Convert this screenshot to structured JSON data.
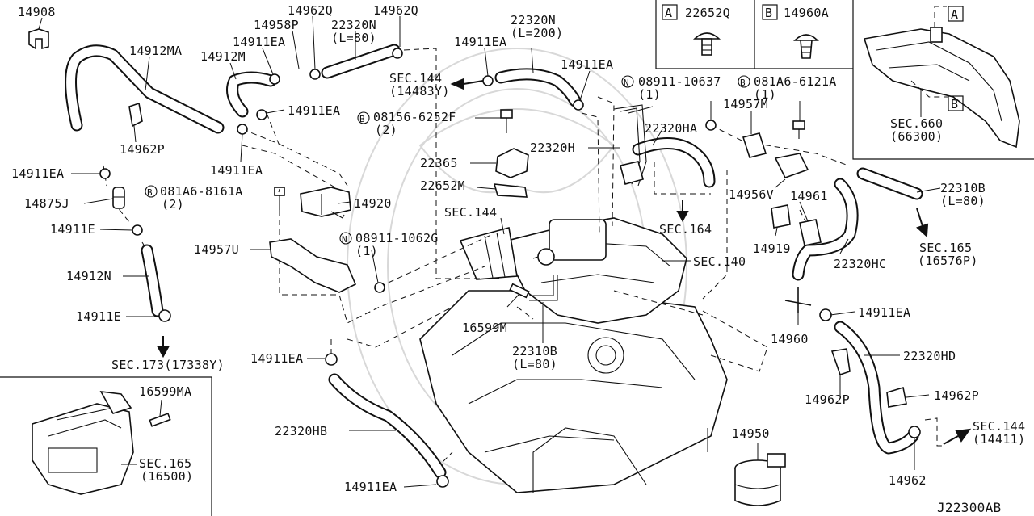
{
  "diagram_id": "J22300AB",
  "legend": [
    {
      "key": "A",
      "part": "22652Q"
    },
    {
      "key": "B",
      "part": "14960A"
    }
  ],
  "inset_bottom_left": {
    "part": "16599MA",
    "sec": "SEC.165",
    "sec_sub": "(16500)"
  },
  "inset_top_right": {
    "sec": "SEC.660",
    "sec_sub": "(66300)",
    "key_a": "A",
    "key_b": "B"
  },
  "labels": {
    "p14908": "14908",
    "p14912MA": "14912MA",
    "p14962P_1": "14962P",
    "p14911EA_1": "14911EA",
    "p14875J": "14875J",
    "p14911E_1": "14911E",
    "p14912N": "14912N",
    "p14911E_2": "14911E",
    "sec173": "SEC.173(17338Y)",
    "p14912M": "14912M",
    "p14911EA_2": "14911EA",
    "p14958P": "14958P",
    "p14962Q_1": "14962Q",
    "p22320N_1": "22320N",
    "p22320N_1_len": "(L=80)",
    "p14962Q_2": "14962Q",
    "p14911EA_3": "14911EA",
    "p14911EA_4": "14911EA",
    "p081A6_8161A": "081A6-8161A",
    "p081A6_8161A_qty": "(2)",
    "p14920": "14920",
    "p14957U": "14957U",
    "p08911_1062G": "08911-1062G",
    "p08911_1062G_qty": "(1)",
    "p22320N_2": "22320N",
    "p22320N_2_len": "(L=200)",
    "p14911EA_5": "14911EA",
    "p14911EA_6": "14911EA",
    "sec144_a": "SEC.144",
    "sec144_a_sub": "(14483Y)",
    "p08156_6252F": "08156-6252F",
    "p08156_6252F_qty": "(2)",
    "p22365": "22365",
    "p22652M": "22652M",
    "sec144_b": "SEC.144",
    "p22320H": "22320H",
    "p22320HA": "22320HA",
    "p08911_10637": "08911-10637",
    "p08911_10637_qty": "(1)",
    "p081A6_6121A": "081A6-6121A",
    "p081A6_6121A_qty": "(1)",
    "p14957M": "14957M",
    "sec164": "SEC.164",
    "sec140": "SEC.140",
    "p14956V": "14956V",
    "p14961": "14961",
    "p14919": "14919",
    "p22320HC": "22320HC",
    "p22310B_1": "22310B",
    "p22310B_1_len": "(L=80)",
    "sec165": "SEC.165",
    "sec165_sub": "(16576P)",
    "p16599M": "16599M",
    "p22310B_2": "22310B",
    "p22310B_2_len": "(L=80)",
    "p14960": "14960",
    "p14911EA_7": "14911EA",
    "p22320HD": "22320HD",
    "p14962P_2": "14962P",
    "p14962P_3": "14962P",
    "p14962": "14962",
    "sec144_c": "SEC.144",
    "sec144_c_sub": "(14411)",
    "p14911EA_8": "14911EA",
    "p22320HB": "22320HB",
    "p14911EA_9": "14911EA",
    "p14950": "14950",
    "circle_B": "B",
    "circle_N": "N"
  }
}
